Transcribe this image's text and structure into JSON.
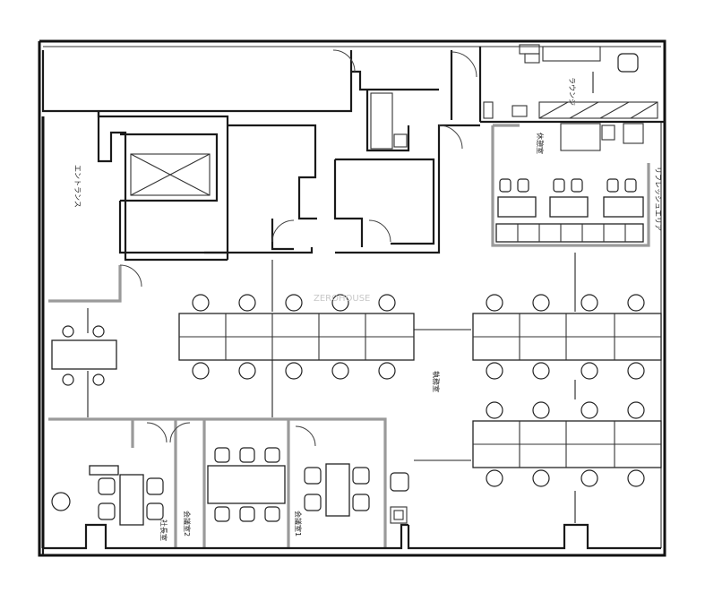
{
  "rooms": {
    "entrance": "エントランス",
    "lounge": "ラウンジ",
    "break_room": "休憩室",
    "refresh_area": "リフレッシュエリア",
    "office_area": "執務室",
    "meeting_1": "会議室1",
    "meeting_2": "会議室2",
    "president": "社長室"
  },
  "watermark": "ZEROHOUSE",
  "colors": {
    "line": "#1a1a1a",
    "partition": "#9a9a9a",
    "background": "#ffffff"
  }
}
